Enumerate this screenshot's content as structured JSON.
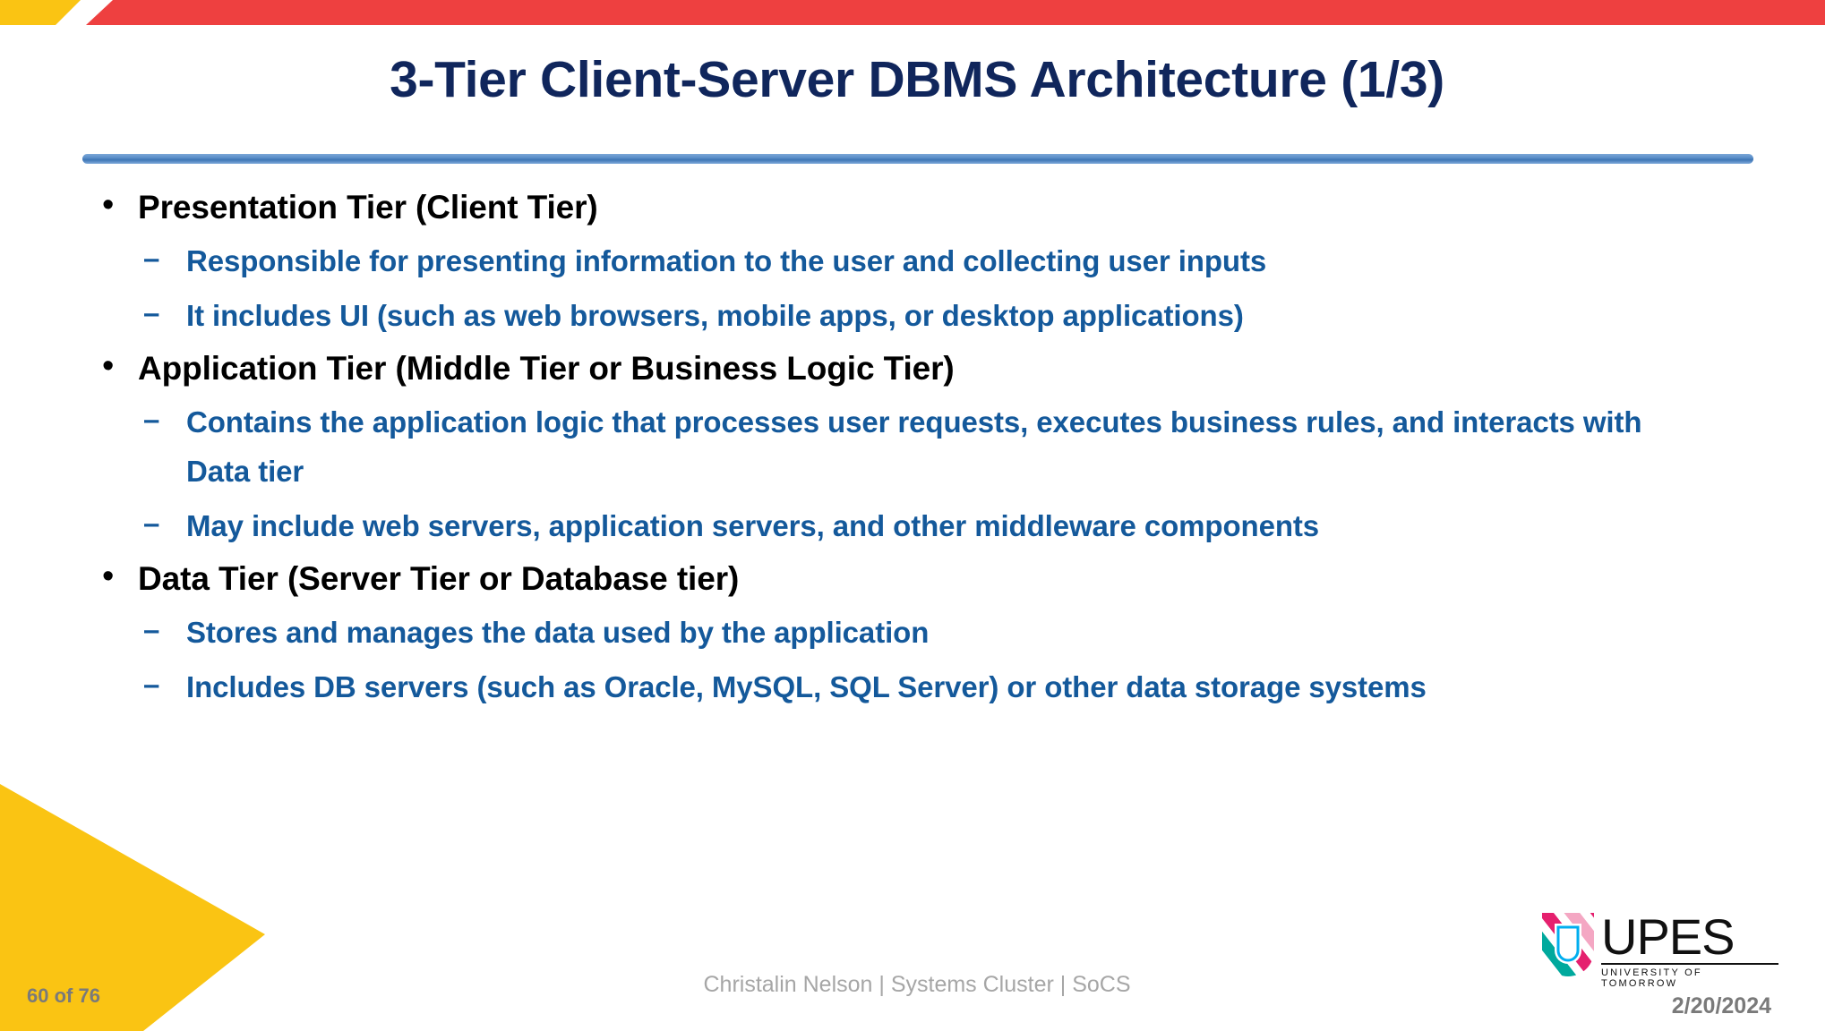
{
  "slide": {
    "title": "3-Tier Client-Server DBMS Architecture (1/3)",
    "bullet_marker": "•",
    "dash_marker": "–",
    "outline": [
      {
        "level": 1,
        "text": "Presentation Tier (Client Tier)"
      },
      {
        "level": 2,
        "text": "Responsible for presenting information to the user and collecting user inputs"
      },
      {
        "level": 2,
        "text": "It includes UI (such as web browsers, mobile apps, or desktop applications)"
      },
      {
        "level": 1,
        "text": "Application Tier (Middle Tier or Business Logic Tier)"
      },
      {
        "level": 2,
        "text": "Contains the application logic that processes user requests, executes business rules, and interacts with Data tier"
      },
      {
        "level": 2,
        "text": "May include web servers, application servers, and other middleware components"
      },
      {
        "level": 1,
        "text": "Data Tier (Server Tier or Database tier)"
      },
      {
        "level": 2,
        "text": "Stores and manages the data used by the application"
      },
      {
        "level": 2,
        "text": "Includes DB servers (such as Oracle, MySQL, SQL Server) or other data storage systems"
      }
    ]
  },
  "footer": {
    "page_number": "60 of 76",
    "attribution": "Christalin Nelson | Systems Cluster | SoCS",
    "date": "2/20/2024"
  },
  "logo": {
    "wordmark": "UPES",
    "tagline": "UNIVERSITY OF TOMORROW"
  },
  "colors": {
    "title_blue": "#10265C",
    "body_blue": "#14599B",
    "accent_red": "#EE4040",
    "accent_yellow": "#FAC413",
    "footer_gray": "#A6A6A6",
    "divider_blue": "#3E75B5"
  }
}
